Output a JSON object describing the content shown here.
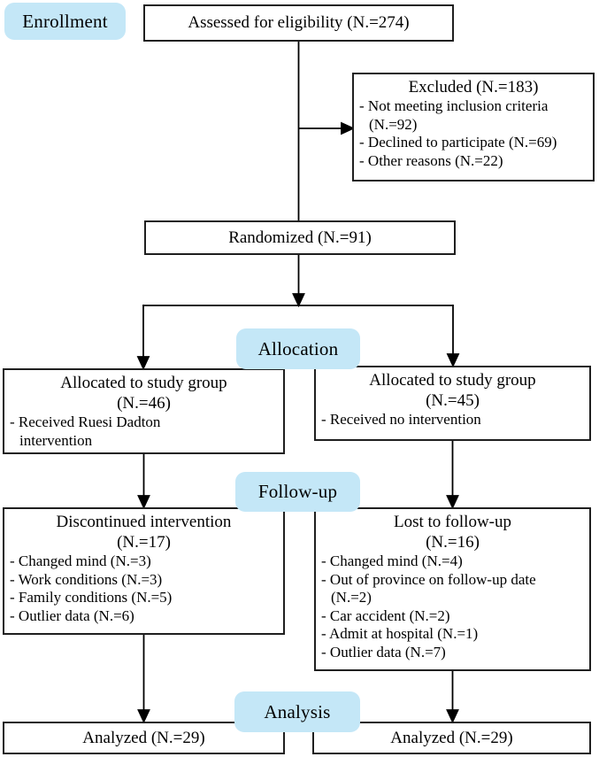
{
  "labels": {
    "enrollment": "Enrollment",
    "allocation": "Allocation",
    "followup": "Follow-up",
    "analysis": "Analysis"
  },
  "boxes": {
    "assessed": {
      "title": "Assessed for eligibility (N.=274)"
    },
    "excluded": {
      "title": "Excluded (N.=183)",
      "items": [
        "- Not meeting inclusion criteria (N.=92)",
        "- Declined to participate (N.=69)",
        "- Other reasons (N.=22)"
      ]
    },
    "randomized": {
      "title": "Randomized (N.=91)"
    },
    "alloc_left": {
      "title_line1": "Allocated to study group",
      "title_line2": "(N.=46)",
      "items": [
        "- Received Ruesi Dadton intervention"
      ]
    },
    "alloc_right": {
      "title_line1": "Allocated to study group",
      "title_line2": "(N.=45)",
      "items": [
        "- Received no intervention"
      ]
    },
    "followup_left": {
      "title_line1": "Discontinued intervention",
      "title_line2": "(N.=17)",
      "items": [
        "- Changed mind (N.=3)",
        "- Work conditions (N.=3)",
        "- Family conditions (N.=5)",
        "- Outlier data (N.=6)"
      ]
    },
    "followup_right": {
      "title_line1": "Lost to follow-up",
      "title_line2": "(N.=16)",
      "items": [
        "- Changed mind (N.=4)",
        "- Out of province on follow-up date (N.=2)",
        "- Car accident (N.=2)",
        "- Admit at hospital (N.=1)",
        "- Outlier data (N.=7)"
      ]
    },
    "analyzed_left": {
      "title": "Analyzed (N.=29)"
    },
    "analyzed_right": {
      "title": "Analyzed (N.=29)"
    }
  },
  "colors": {
    "stage_label_bg": "#c4e7f7",
    "box_border": "#1f1f1f",
    "line": "#000000",
    "text": "#000000"
  }
}
